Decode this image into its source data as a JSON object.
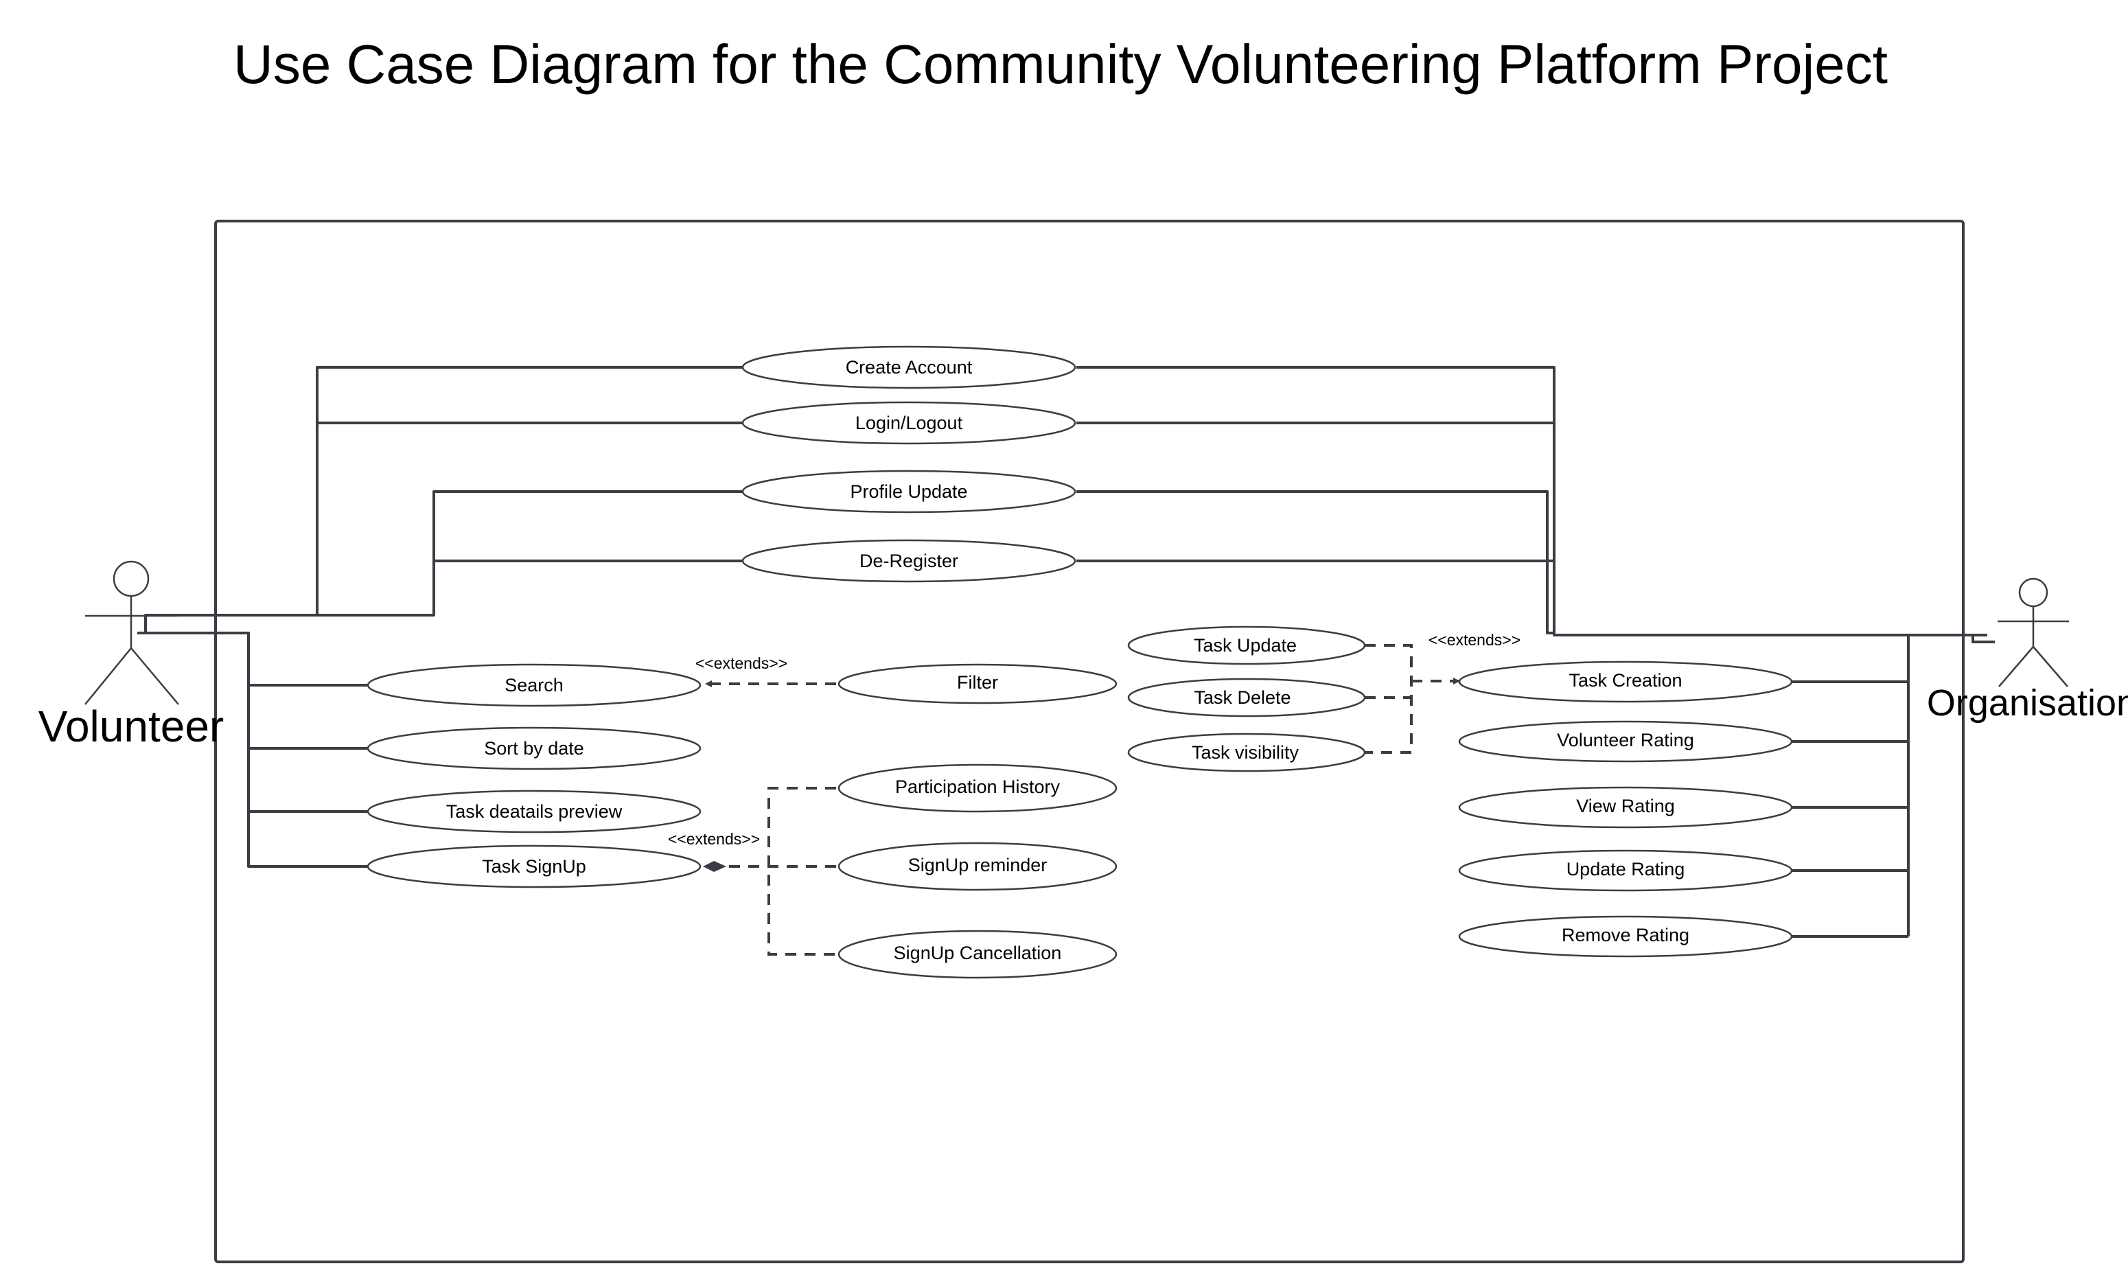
{
  "title": "Use Case Diagram for the Community Volunteering Platform Project",
  "actors": {
    "volunteer": "Volunteer",
    "organisation": "Organisation"
  },
  "use_cases": {
    "create_account": "Create Account",
    "login_logout": "Login/Logout",
    "profile_update": "Profile Update",
    "de_register": "De-Register",
    "search": "Search",
    "sort_by_date": "Sort by date",
    "task_details_preview": "Task deatails preview",
    "task_signup": "Task SignUp",
    "filter": "Filter",
    "participation_history": "Participation History",
    "signup_reminder": "SignUp reminder",
    "signup_cancellation": "SignUp Cancellation",
    "task_update": "Task Update",
    "task_delete": "Task Delete",
    "task_visibility": "Task visibility",
    "task_creation": "Task Creation",
    "volunteer_rating": "Volunteer Rating",
    "view_rating": "View Rating",
    "update_rating": "Update Rating",
    "remove_rating": "Remove Rating"
  },
  "stereotypes": {
    "search_filter": "<<extends>>",
    "signup": "<<extends>>",
    "task_creation": "<<extends>>"
  },
  "colors": {
    "line": "#3a3d45",
    "background": "#ffffff"
  }
}
